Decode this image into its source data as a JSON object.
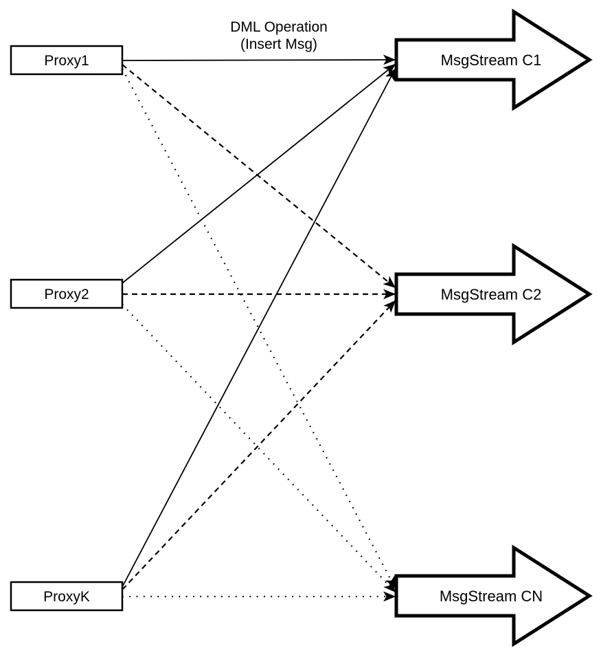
{
  "diagram": {
    "annotation": {
      "line1": "DML Operation",
      "line2": "(Insert Msg)"
    },
    "proxies": [
      {
        "id": "proxy1",
        "label": "Proxy1"
      },
      {
        "id": "proxy2",
        "label": "Proxy2"
      },
      {
        "id": "proxyk",
        "label": "ProxyK"
      }
    ],
    "streams": [
      {
        "id": "c1",
        "label": "MsgStream C1"
      },
      {
        "id": "c2",
        "label": "MsgStream C2"
      },
      {
        "id": "cn",
        "label": "MsgStream CN"
      }
    ],
    "edges": [
      {
        "from": "proxy1",
        "to": "c1",
        "style": "solid"
      },
      {
        "from": "proxy2",
        "to": "c1",
        "style": "solid"
      },
      {
        "from": "proxyk",
        "to": "c1",
        "style": "solid"
      },
      {
        "from": "proxy1",
        "to": "c2",
        "style": "dashed"
      },
      {
        "from": "proxy2",
        "to": "c2",
        "style": "dashed"
      },
      {
        "from": "proxyk",
        "to": "c2",
        "style": "dashed"
      },
      {
        "from": "proxy1",
        "to": "cn",
        "style": "dotted"
      },
      {
        "from": "proxy2",
        "to": "cn",
        "style": "dotted"
      },
      {
        "from": "proxyk",
        "to": "cn",
        "style": "dotted"
      }
    ],
    "colors": {
      "stroke": "#000000",
      "fill": "#ffffff",
      "background": "#ffffff"
    }
  }
}
